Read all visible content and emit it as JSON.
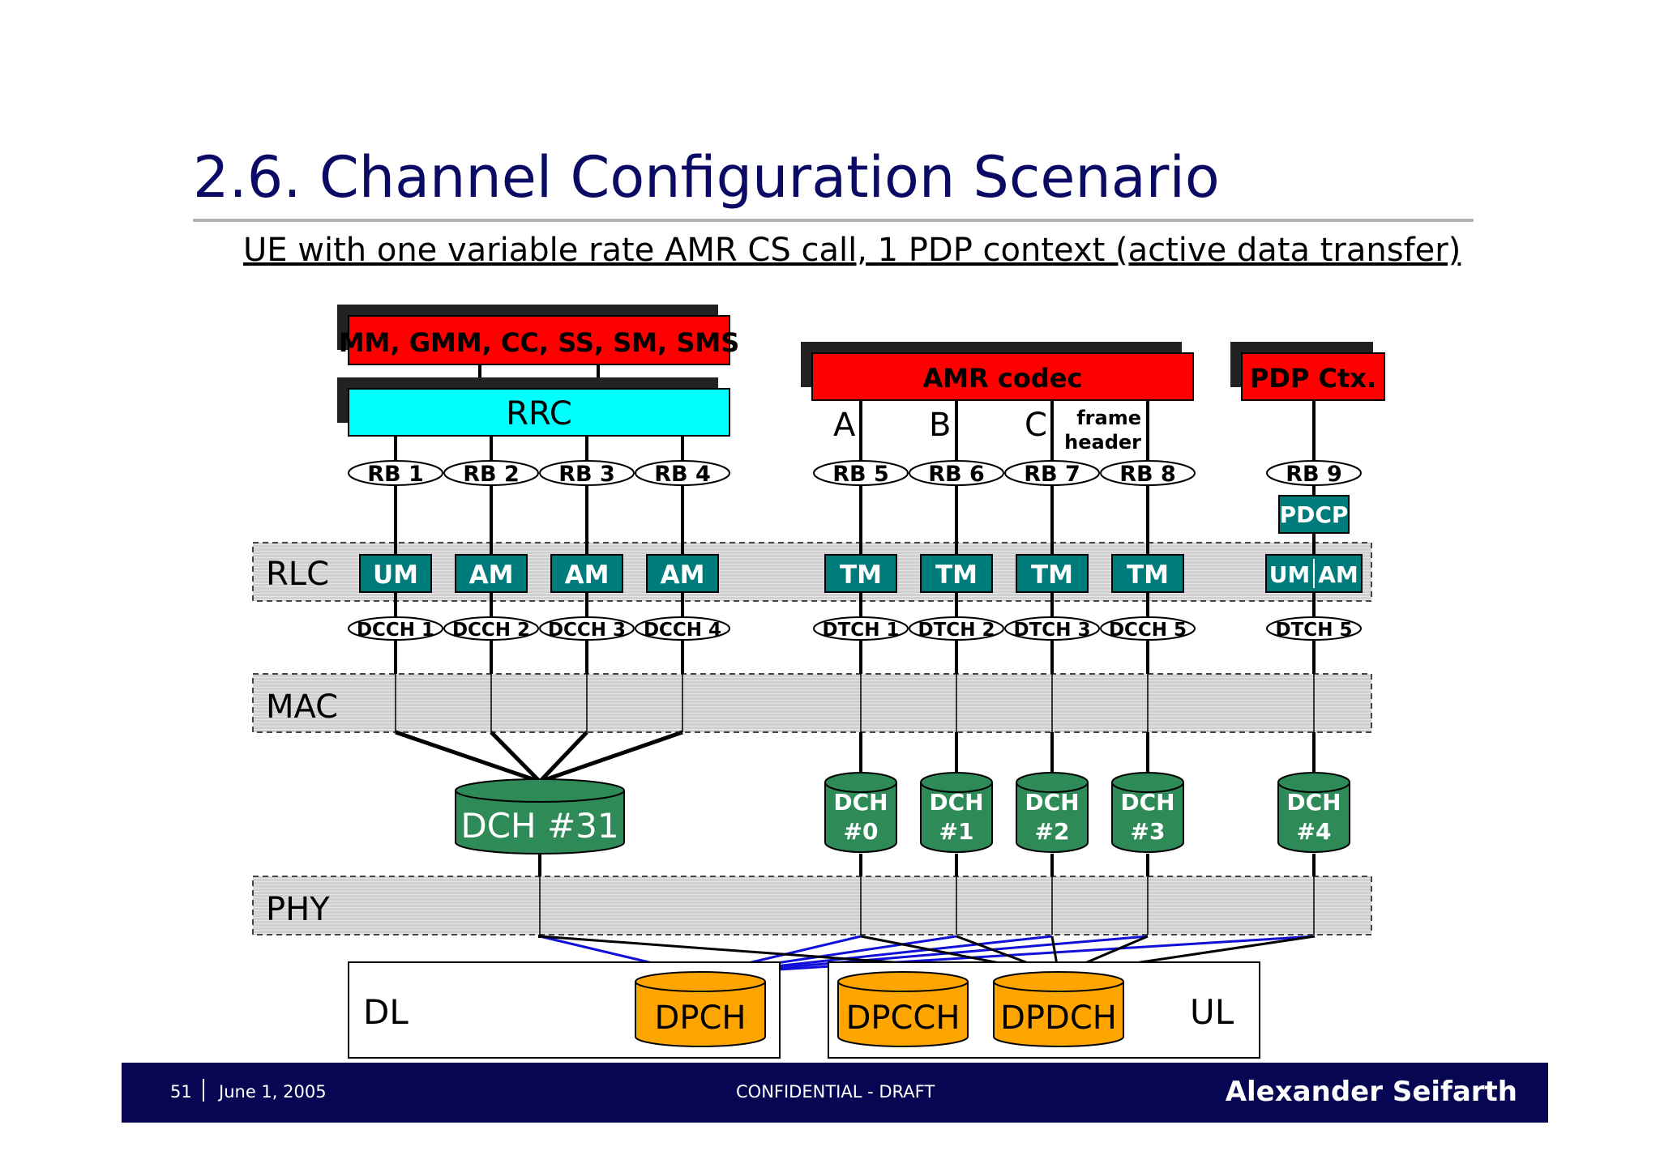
{
  "title": "2.6. Channel Configuration Scenario",
  "subtitle": "UE with one variable rate AMR CS call, 1 PDP context (active data transfer)",
  "top_boxes": {
    "mm": "MM, GMM, CC, SS, SM, SMS",
    "rrc": "RRC",
    "amr": "AMR codec",
    "pdp": "PDP Ctx."
  },
  "amr_subflows": [
    "A",
    "B",
    "C"
  ],
  "frame_header": [
    "frame",
    "header"
  ],
  "radio_bearers": [
    "RB 1",
    "RB 2",
    "RB 3",
    "RB 4",
    "RB 5",
    "RB 6",
    "RB 7",
    "RB 8",
    "RB 9"
  ],
  "pdcp": "PDCP",
  "layers": {
    "rlc": "RLC",
    "mac": "MAC",
    "phy": "PHY"
  },
  "rlc_modes": [
    "UM",
    "AM",
    "AM",
    "AM",
    "TM",
    "TM",
    "TM",
    "TM"
  ],
  "rlc_um_am": [
    "UM",
    "AM"
  ],
  "logical_channels": [
    "DCCH 1",
    "DCCH 2",
    "DCCH 3",
    "DCCH 4",
    "DTCH 1",
    "DTCH 2",
    "DTCH 3",
    "DCCH 5",
    "DTCH 5"
  ],
  "transport_channels": {
    "dch31": "DCH #31",
    "dch": [
      [
        "DCH",
        "#0"
      ],
      [
        "DCH",
        "#1"
      ],
      [
        "DCH",
        "#2"
      ],
      [
        "DCH",
        "#3"
      ],
      [
        "DCH",
        "#4"
      ]
    ]
  },
  "physical": {
    "dl": "DL",
    "ul": "UL",
    "dpch": "DPCH",
    "dpcch": "DPCCH",
    "dpdch": "DPDCH"
  },
  "footer": {
    "page": "51",
    "date": "June 1, 2005",
    "confidential": "CONFIDENTIAL - DRAFT",
    "author": "Alexander Seifarth"
  },
  "colors": {
    "title": "#0b0b66",
    "red": "#ff0000",
    "cyan": "#00ffff",
    "teal": "#007b7b",
    "green": "#2e8b57",
    "orange": "#ffa500",
    "footer_bg": "#060652",
    "link_blue": "#1010d8"
  }
}
